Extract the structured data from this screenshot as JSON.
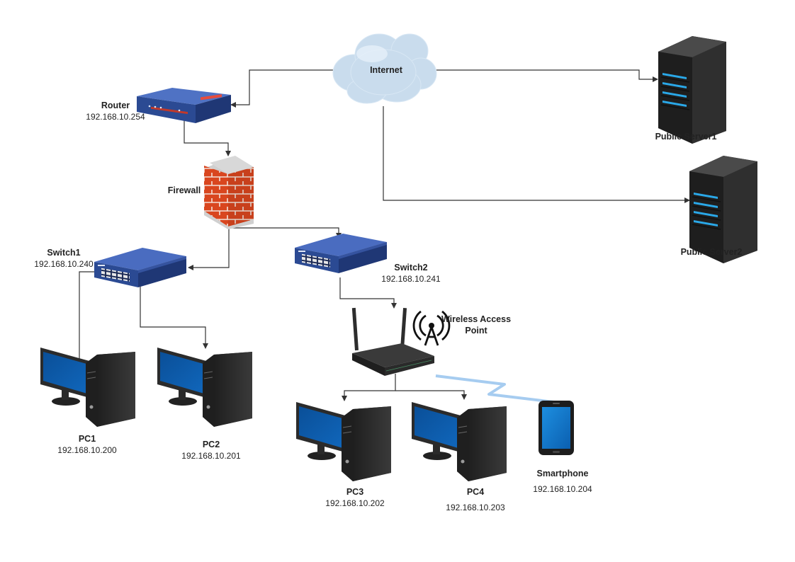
{
  "nodes": {
    "internet": {
      "name": "Internet"
    },
    "router": {
      "name": "Router",
      "ip": "192.168.10.254"
    },
    "firewall": {
      "name": "Firewall"
    },
    "switch1": {
      "name": "Switch1",
      "ip": "192.168.10.240"
    },
    "switch2": {
      "name": "Switch2",
      "ip": "192.168.10.241"
    },
    "wap": {
      "name_line1": "Wireless Access",
      "name_line2": "Point"
    },
    "server1": {
      "name": "Public Server1"
    },
    "server2": {
      "name": "Public Server2"
    },
    "pc1": {
      "name": "PC1",
      "ip": "192.168.10.200"
    },
    "pc2": {
      "name": "PC2",
      "ip": "192.168.10.201"
    },
    "pc3": {
      "name": "PC3",
      "ip": "192.168.10.202"
    },
    "pc4": {
      "name": "PC4",
      "ip": "192.168.10.203"
    },
    "smartphone": {
      "name": "Smartphone",
      "ip": "192.168.10.204"
    }
  },
  "colors": {
    "connector": "#333333",
    "device_blue": "#2b4a93",
    "tower_dark": "#2d2d2d",
    "monitor_screen": "#0d5aa7",
    "brick": "#d9461f",
    "cloud": "#c9dced",
    "wireless_link": "#9cc7ee"
  }
}
